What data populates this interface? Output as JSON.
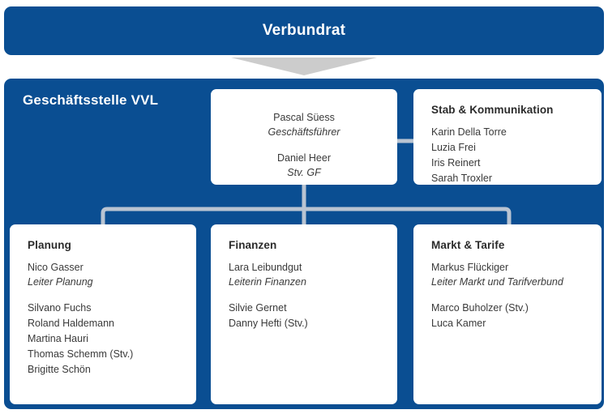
{
  "colors": {
    "brand_blue": "#0a4e92",
    "arrow_gray": "#cccccc",
    "connector_gray": "#b9c4d2",
    "card_white": "#ffffff",
    "text_dark": "#3a3a3a"
  },
  "top_banner": {
    "title": "Verbundrat"
  },
  "arrow": {
    "icon_name": "chevron-down-icon"
  },
  "main_panel": {
    "title": "Geschäftsstelle VVL"
  },
  "management_card": {
    "people": [
      {
        "name": "Pascal Süess",
        "role": "Geschäftsführer"
      },
      {
        "name": "Daniel Heer",
        "role": "Stv. GF"
      }
    ]
  },
  "staff_card": {
    "heading": "Stab & Kommunikation",
    "members": [
      "Karin Della Torre",
      "Luzia Frei",
      "Iris Reinert",
      "Sarah Troxler"
    ]
  },
  "departments": [
    {
      "heading": "Planung",
      "lead_name": "Nico Gasser",
      "lead_role": "Leiter Planung",
      "members": [
        "Silvano Fuchs",
        "Roland Haldemann",
        "Martina Hauri",
        "Thomas Schemm (Stv.)",
        "Brigitte Schön"
      ]
    },
    {
      "heading": "Finanzen",
      "lead_name": "Lara Leibundgut",
      "lead_role": "Leiterin Finanzen",
      "members": [
        "Silvie Gernet",
        "Danny Hefti (Stv.)"
      ]
    },
    {
      "heading": "Markt & Tarife",
      "lead_name": "Markus Flückiger",
      "lead_role": "Leiter Markt und Tarifverbund",
      "members": [
        "Marco Buholzer (Stv.)",
        "Luca Kamer"
      ]
    }
  ]
}
